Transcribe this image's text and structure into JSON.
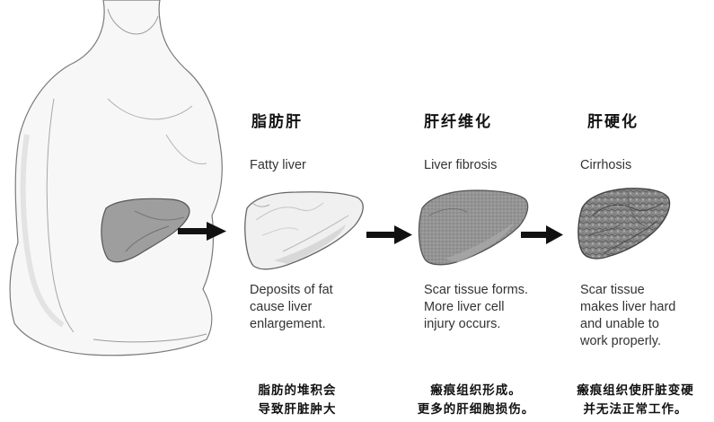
{
  "stages": [
    {
      "id": "fatty",
      "zh_title": "脂肪肝",
      "en_title": "Fatty liver",
      "en_desc": "Deposits of fat\ncause liver\nenlargement.",
      "zh_desc": "脂肪的堆积会\n导致肝脏肿大"
    },
    {
      "id": "fibrosis",
      "zh_title": "肝纤维化",
      "en_title": "Liver fibrosis",
      "en_desc": "Scar tissue forms.\nMore liver cell\ninjury occurs.",
      "zh_desc": "瘢痕组织形成。\n更多的肝细胞损伤。"
    },
    {
      "id": "cirrhosis",
      "zh_title": "肝硬化",
      "en_title": "Cirrhosis",
      "en_desc": "Scar tissue\nmakes liver hard\nand unable to\nwork properly.",
      "zh_desc": "瘢痕组织使肝脏变硬\n并无法正常工作。"
    }
  ],
  "colors": {
    "outline": "#555555",
    "arrow": "#111111",
    "liver_normal": "#9a9a9a",
    "liver_fatty": "#eeeeee",
    "liver_fibrosis": "#8f8f8f",
    "liver_cirrhosis": "#7d7d7d"
  }
}
